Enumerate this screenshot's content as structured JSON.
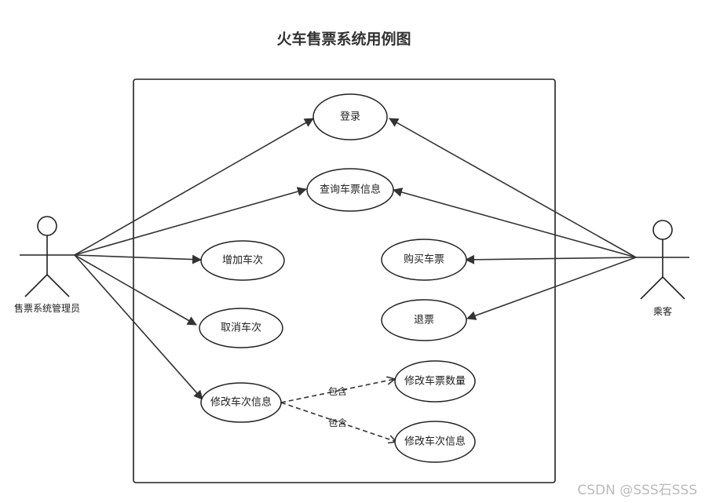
{
  "diagram": {
    "title": "火车售票系统用例图",
    "actors": [
      {
        "id": "admin",
        "label": "售票系统管理员"
      },
      {
        "id": "passenger",
        "label": "乘客"
      }
    ],
    "use_cases": [
      {
        "id": "login",
        "label": "登录"
      },
      {
        "id": "query",
        "label": "查询车票信息"
      },
      {
        "id": "add_train",
        "label": "增加车次"
      },
      {
        "id": "cancel_train",
        "label": "取消车次"
      },
      {
        "id": "modify_train",
        "label": "修改车次信息"
      },
      {
        "id": "buy_ticket",
        "label": "购买车票"
      },
      {
        "id": "refund",
        "label": "退票"
      },
      {
        "id": "modify_count",
        "label": "修改车票数量"
      },
      {
        "id": "modify_train_info",
        "label": "修改车次信息"
      }
    ],
    "associations": [
      {
        "from": "admin",
        "to": "login"
      },
      {
        "from": "admin",
        "to": "query"
      },
      {
        "from": "admin",
        "to": "add_train"
      },
      {
        "from": "admin",
        "to": "cancel_train"
      },
      {
        "from": "admin",
        "to": "modify_train"
      },
      {
        "from": "passenger",
        "to": "login"
      },
      {
        "from": "passenger",
        "to": "query"
      },
      {
        "from": "passenger",
        "to": "buy_ticket"
      },
      {
        "from": "passenger",
        "to": "refund"
      }
    ],
    "includes": [
      {
        "from": "modify_train",
        "to": "modify_count",
        "label": "包含"
      },
      {
        "from": "modify_train",
        "to": "modify_train_info",
        "label": "包含"
      }
    ]
  },
  "watermark": "CSDN @SSS石SSS"
}
